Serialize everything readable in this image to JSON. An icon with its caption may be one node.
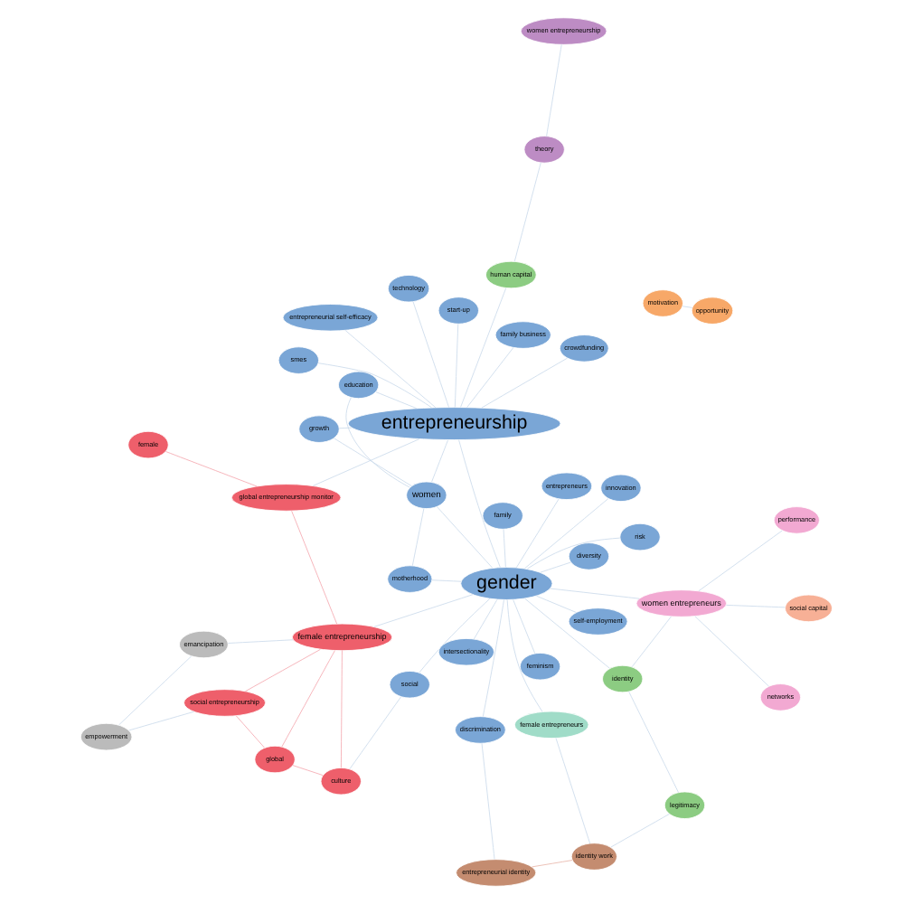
{
  "diagram": {
    "nodes": [
      {
        "text": [
          "emancipation"
        ]
      },
      {
        "text": [
          "global entrepreneurship monitor"
        ]
      },
      {
        "text": [
          "female"
        ]
      },
      {
        "text": [
          "global"
        ]
      },
      {
        "text": [
          "empowerment"
        ]
      },
      {
        "text": [
          "entrepreneurial self-efficacy"
        ]
      },
      {
        "text": [
          "social"
        ]
      },
      {
        "text": [
          "culture"
        ]
      },
      {
        "text": [
          "female entrepreneurship"
        ]
      },
      {
        "text": [
          "social entrepreneurship"
        ]
      },
      {
        "text": [
          "growth"
        ]
      },
      {
        "text": [
          "smes"
        ]
      },
      {
        "text": [
          "family business"
        ]
      },
      {
        "text": [
          "social capital"
        ]
      },
      {
        "text": [
          "entrepreneurs"
        ]
      },
      {
        "text": [
          "crowdfunding"
        ]
      },
      {
        "text": [
          "women"
        ]
      },
      {
        "text": [
          "motherhood"
        ]
      },
      {
        "text": [
          "technology"
        ]
      },
      {
        "text": [
          "education"
        ]
      },
      {
        "text": [
          "entrepreneurship"
        ]
      },
      {
        "text": [
          "gender"
        ]
      },
      {
        "text": [
          "start-up"
        ]
      },
      {
        "text": [
          "innovation"
        ]
      },
      {
        "text": [
          "human capital"
        ]
      },
      {
        "text": [
          "feminism"
        ]
      },
      {
        "text": [
          "self-employment"
        ]
      },
      {
        "text": [
          "intersectionality"
        ]
      },
      {
        "text": [
          "identity"
        ]
      },
      {
        "text": [
          "women entrepreneurs"
        ]
      },
      {
        "text": [
          "performance"
        ]
      },
      {
        "text": [
          "diversity"
        ]
      },
      {
        "text": [
          "networks"
        ]
      },
      {
        "text": [
          "family"
        ]
      },
      {
        "text": [
          "risk"
        ]
      },
      {
        "text": [
          "discrimination"
        ]
      },
      {
        "text": [
          "theory"
        ]
      },
      {
        "text": [
          "women entrepreneurship"
        ]
      },
      {
        "text": [
          "female entrepreneurs"
        ]
      },
      {
        "text": [
          "legitimacy"
        ]
      },
      {
        "text": [
          "motivation"
        ]
      },
      {
        "text": [
          "opportunity"
        ]
      },
      {
        "text": [
          "entrepreneurial identity"
        ]
      },
      {
        "text": [
          "identity work"
        ]
      }
    ],
    "edges": [
      {
        "from": 1,
        "to": 2,
        "arrow": "none",
        "color": "#f4a6ad"
      },
      {
        "from": 1,
        "to": 8,
        "arrow": "none",
        "color": "#f4a6ad"
      },
      {
        "from": 3,
        "to": 8,
        "arrow": "none",
        "color": "#f4a6ad"
      },
      {
        "from": 3,
        "to": 9,
        "arrow": "none",
        "color": "#f4a6ad"
      },
      {
        "from": 3,
        "to": 7,
        "arrow": "none",
        "color": "#f4a6ad"
      },
      {
        "from": 8,
        "to": 9,
        "arrow": "none",
        "color": "#f4a6ad"
      },
      {
        "from": 7,
        "to": 8,
        "arrow": "none",
        "color": "#f4a6ad"
      },
      {
        "from": 7,
        "to": 6,
        "arrow": "none"
      },
      {
        "from": 0,
        "to": 4,
        "arrow": "none"
      },
      {
        "from": 0,
        "to": 8,
        "arrow": "none"
      },
      {
        "from": 4,
        "to": 9,
        "arrow": "none"
      },
      {
        "from": 20,
        "to": 21,
        "arrow": "none"
      },
      {
        "from": 20,
        "to": 5,
        "arrow": "none"
      },
      {
        "from": 21,
        "to": 6,
        "arrow": "none"
      },
      {
        "from": 20,
        "to": 10,
        "arrow": "none"
      },
      {
        "from": 20,
        "to": 11,
        "arrow": "none"
      },
      {
        "from": 21,
        "to": 14,
        "arrow": "none"
      },
      {
        "from": 20,
        "to": 15,
        "arrow": "none"
      },
      {
        "from": 20,
        "to": 16,
        "arrow": "none"
      },
      {
        "from": 21,
        "to": 16,
        "arrow": "none"
      },
      {
        "from": 21,
        "to": 17,
        "arrow": "none"
      },
      {
        "from": 20,
        "to": 18,
        "arrow": "none"
      },
      {
        "from": 20,
        "to": 19,
        "arrow": "none"
      },
      {
        "from": 20,
        "to": 22,
        "arrow": "none"
      },
      {
        "from": 21,
        "to": 23,
        "arrow": "none"
      },
      {
        "from": 21,
        "to": 25,
        "arrow": "none"
      },
      {
        "from": 21,
        "to": 26,
        "arrow": "none"
      },
      {
        "from": 21,
        "to": 27,
        "arrow": "none"
      },
      {
        "from": 21,
        "to": 31,
        "arrow": "none"
      },
      {
        "from": 21,
        "to": 33,
        "arrow": "none"
      },
      {
        "from": 21,
        "to": 34,
        "arrow": "none"
      },
      {
        "from": 21,
        "to": 35,
        "arrow": "none"
      },
      {
        "from": 21,
        "to": 8,
        "arrow": "none"
      },
      {
        "from": 20,
        "to": 1,
        "arrow": "none"
      },
      {
        "from": 21,
        "to": 29,
        "arrow": "none"
      },
      {
        "from": 20,
        "to": 24,
        "arrow": "none"
      },
      {
        "from": 21,
        "to": 28,
        "arrow": "none"
      },
      {
        "from": 20,
        "to": 12,
        "arrow": "none"
      },
      {
        "from": 21,
        "to": 38,
        "arrow": "none"
      },
      {
        "from": 16,
        "to": 10,
        "arrow": "none"
      },
      {
        "from": 16,
        "to": 17,
        "arrow": "none"
      },
      {
        "from": 16,
        "to": 19,
        "arrow": "none"
      },
      {
        "from": 13,
        "to": 29,
        "arrow": "none"
      },
      {
        "from": 29,
        "to": 30,
        "arrow": "none"
      },
      {
        "from": 29,
        "to": 32,
        "arrow": "none"
      },
      {
        "from": 29,
        "to": 28,
        "arrow": "none"
      },
      {
        "from": 36,
        "to": 37,
        "arrow": "none"
      },
      {
        "from": 24,
        "to": 36,
        "arrow": "none"
      },
      {
        "from": 28,
        "to": 39,
        "arrow": "none"
      },
      {
        "from": 39,
        "to": 43,
        "arrow": "none"
      },
      {
        "from": 42,
        "to": 43,
        "arrow": "none",
        "color": "#e8b4a8"
      },
      {
        "from": 38,
        "to": 43,
        "arrow": "none"
      },
      {
        "from": 35,
        "to": 42,
        "arrow": "none"
      },
      {
        "from": 40,
        "to": 41,
        "arrow": "none"
      }
    ]
  }
}
